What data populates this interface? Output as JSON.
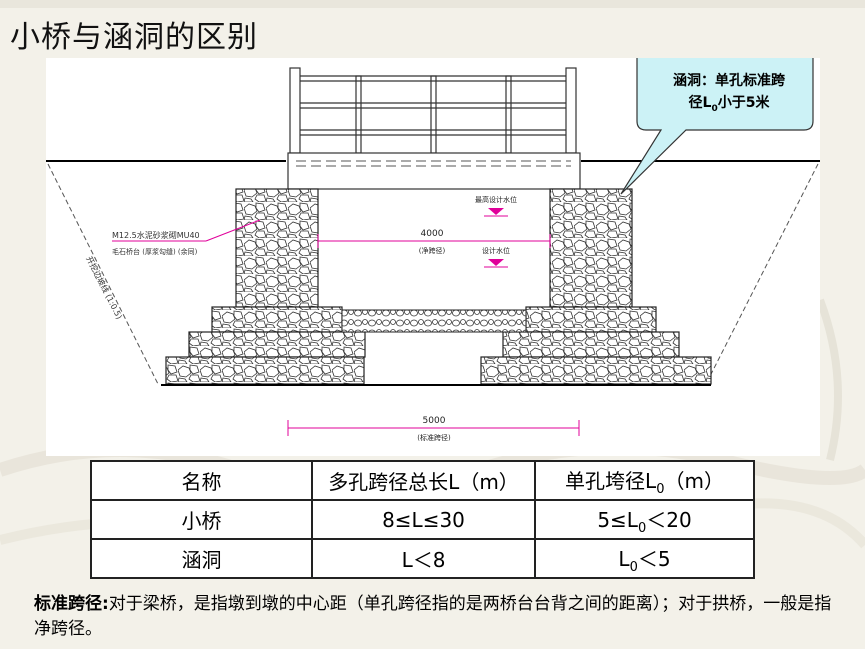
{
  "title": "小桥与涵洞的区别",
  "callout": {
    "line1": "涵洞：单孔标准跨",
    "line2_pre": "径L",
    "line2_sub": "0",
    "line2_post": "小于5米"
  },
  "drawing": {
    "clear_span_value": "4000",
    "clear_span_label": "(净跨径)",
    "std_span_value": "5000",
    "std_span_label": "(标准跨径)",
    "max_water_label": "最高设计水位",
    "design_water_label": "设计水位",
    "material_line1": "M12.5水泥砂浆砌MU40",
    "material_line2": "毛石桥台 (厚浆勾缝) (余同)",
    "slope_label": "开挖边坡线 (1:0.5)"
  },
  "table": {
    "headers": [
      {
        "text": "名称"
      },
      {
        "text": "多孔跨径总长L（m）"
      },
      {
        "pre": "单孔垮径L",
        "sub": "0",
        "post": "（m）"
      }
    ],
    "rows": [
      [
        {
          "text": "小桥"
        },
        {
          "text": "8≤L≤30"
        },
        {
          "pre": "5≤L",
          "sub": "0",
          "post": "＜20"
        }
      ],
      [
        {
          "text": "涵洞"
        },
        {
          "text": "L＜8"
        },
        {
          "pre": "L",
          "sub": "0",
          "post": "＜5"
        }
      ]
    ]
  },
  "note": {
    "label": "标准跨径:",
    "text": "对于梁桥，是指墩到墩的中心距（单孔跨径指的是两桥台台背之间的距离）；对于拱桥，一般是指净跨径。"
  },
  "colors": {
    "callout_fill": "#ccf2f6",
    "dimension_magenta": "#e0009a",
    "background": "#f3f1e9"
  }
}
